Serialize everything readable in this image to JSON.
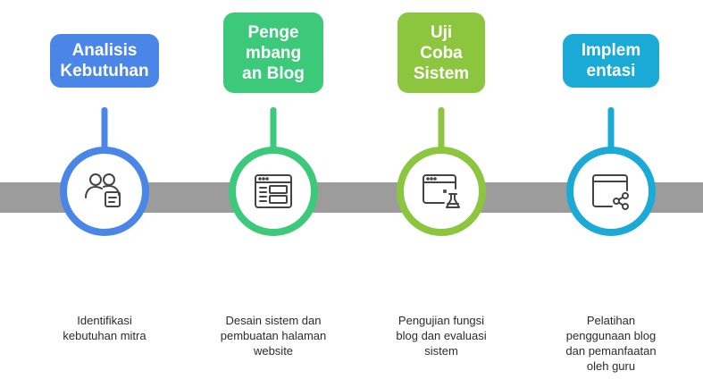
{
  "steps": [
    {
      "title": "Analisis\nKebutuhan",
      "color": "#4a86e8",
      "icon": "users-document-icon",
      "description": "Identifikasi\nkebutuhan mitra"
    },
    {
      "title": "Penge\nmbang\nan Blog",
      "color": "#3cc97a",
      "icon": "webpage-layout-icon",
      "description": "Desain sistem dan\npembuatan halaman\nwebsite"
    },
    {
      "title": "Uji\nCoba\nSistem",
      "color": "#8cc63f",
      "icon": "browser-flask-icon",
      "description": "Pengujian fungsi\nblog dan evaluasi\nsistem"
    },
    {
      "title": "Implem\nentasi",
      "color": "#1ba9d6",
      "icon": "browser-share-icon",
      "description": "Pelatihan\npenggunaan blog\ndan pemanfaatan\noleh guru"
    }
  ]
}
